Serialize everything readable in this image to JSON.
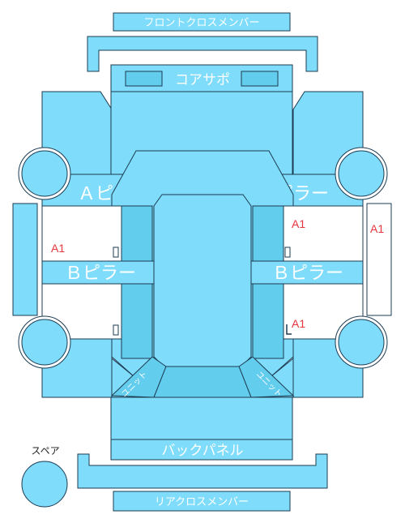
{
  "labels": {
    "front_cross_member": "フロントクロスメンバー",
    "core_support": "コアサポ",
    "a_pillar_left": "Ａピラー",
    "a_pillar_right": "Ａピラー",
    "b_pillar_left": "Ｂピラー",
    "b_pillar_right": "Ｂピラー",
    "back_panel": "バックパネル",
    "rear_cross_member": "リアクロスメンバー",
    "spare": "スペア",
    "unit_left": "ユニット",
    "unit_right": "ユニット"
  },
  "damage_marks": {
    "left_panel": "A1",
    "right_a_pillar_area": "A1",
    "right_b_pillar_area": "A1",
    "right_side_rail": "A1"
  },
  "colors": {
    "part_fill": "#7fdcfb",
    "part_fill_dark": "#63cdee",
    "outline": "#1c3c52",
    "damage_text": "#e8333d"
  }
}
